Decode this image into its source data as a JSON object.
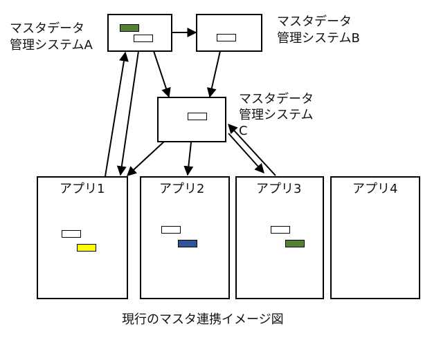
{
  "systems": {
    "a": {
      "line1": "マスタデータ",
      "line2": "管理システムA"
    },
    "b": {
      "line1": "マスタデータ",
      "line2": "管理システムB"
    },
    "c": {
      "line1": "マスタデータ",
      "line2": "管理システム",
      "line3": "C"
    }
  },
  "apps": [
    {
      "label": "アプリ1"
    },
    {
      "label": "アプリ2"
    },
    {
      "label": "アプリ3"
    },
    {
      "label": "アプリ4"
    }
  ],
  "caption": "現行のマスタ連携イメージ図",
  "colors": {
    "white": "#ffffff",
    "green": "#548235",
    "yellow": "#ffff00",
    "blue": "#2f5597",
    "line": "#000000"
  }
}
